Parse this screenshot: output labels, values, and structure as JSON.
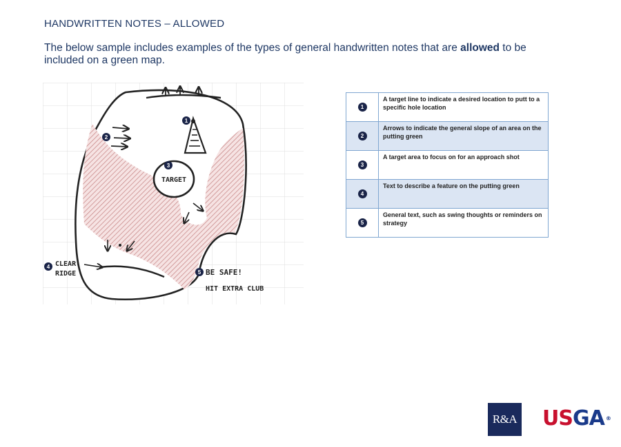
{
  "page": {
    "title": "HANDWRITTEN NOTES – ALLOWED",
    "intro_before": "The below sample includes examples of the types of general handwritten notes that are ",
    "intro_bold": "allowed",
    "intro_after": " to be included on a green map."
  },
  "map": {
    "markers": [
      "1",
      "2",
      "3",
      "4",
      "5"
    ],
    "notes": {
      "target": "TARGET",
      "clear": "CLEAR",
      "ridge": "RIDGE",
      "be_safe": "BE SAFE!",
      "hit_extra_club": "HIT EXTRA CLUB"
    },
    "colors": {
      "hatch": "#c98a8a",
      "ink": "#222222",
      "marker": "#1a2448"
    }
  },
  "legend": [
    {
      "num": "1",
      "text": "A target line to indicate a desired location to putt to a specific hole location"
    },
    {
      "num": "2",
      "text": "Arrows to indicate the general slope of an area on the putting green"
    },
    {
      "num": "3",
      "text": "A target area to focus on for an approach shot"
    },
    {
      "num": "4",
      "text": "Text to describe a feature on the putting green"
    },
    {
      "num": "5",
      "text": "General text, such as swing thoughts or reminders on strategy"
    }
  ],
  "logos": {
    "ra": "R&A",
    "usga_red": "US",
    "usga_blue": "GA",
    "usga_reg": "®"
  }
}
